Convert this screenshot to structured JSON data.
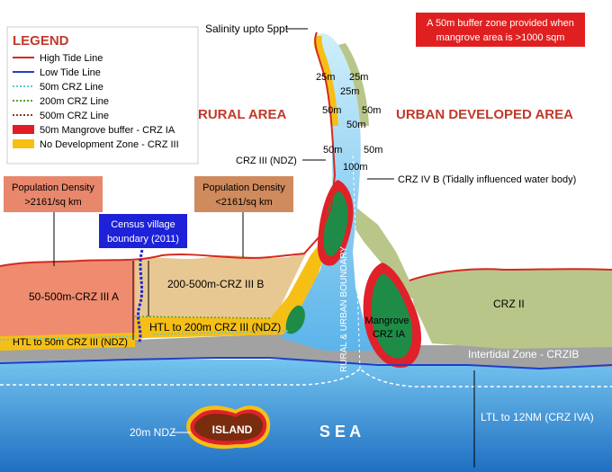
{
  "colors": {
    "sea_top": "#6fc0ee",
    "sea_bottom": "#1f73c4",
    "intertidal": "#9e9e9e",
    "crz3a": "#f08a6e",
    "crz3b": "#e9c890",
    "crz2": "#b7c587",
    "ndz": "#f6bf12",
    "mangrove": "#1e8b46",
    "buffer": "#e01d24",
    "high_tide": "#d42a20",
    "low_tide": "#1f3fc7",
    "crz50": "#5fc6d8",
    "crz200": "#5aa02c",
    "crz500": "#7a3f2b",
    "title": "#c0392b",
    "pop_box": "#e8876c",
    "pop_box2": "#cf8a5d",
    "census_box": "#1d22d8",
    "note_box": "#e02020",
    "island": "#7a2c0f"
  },
  "legend": {
    "title": "LEGEND",
    "items": [
      {
        "label": "High Tide Line",
        "kind": "line",
        "color": "#d42a20",
        "style": "solid"
      },
      {
        "label": "Low Tide Line",
        "kind": "line",
        "color": "#1f3fc7",
        "style": "solid"
      },
      {
        "label": "50m CRZ Line",
        "kind": "line",
        "color": "#5fc6d8",
        "style": "dotted"
      },
      {
        "label": "200m CRZ Line",
        "kind": "line",
        "color": "#5aa02c",
        "style": "dotted"
      },
      {
        "label": "500m CRZ Line",
        "kind": "line",
        "color": "#7a3f2b",
        "style": "dotted"
      },
      {
        "label": "50m Mangrove buffer - CRZ IA",
        "kind": "box",
        "color": "#e01d24"
      },
      {
        "label": "No Development Zone - CRZ III",
        "kind": "box",
        "color": "#f6bf12"
      }
    ]
  },
  "labels": {
    "salinity": "Salinity upto 5ppt",
    "note": [
      "A 50m buffer zone provided when",
      "mangrove area is >1000 sqm"
    ],
    "rural": "RURAL AREA",
    "urban": "URBAN DEVELOPED AREA",
    "m25a": "25m",
    "m25b": "25m",
    "m25c": "25m",
    "m50a": "50m",
    "m50b": "50m",
    "m50c": "50m",
    "m50d": "50m",
    "m50e": "50m",
    "m100": "100m",
    "crz3ndz": "CRZ III (NDZ)",
    "crz4b": "CRZ IV B (Tidally influenced water body)",
    "pop1": [
      ">2161/sq km",
      "Population Density"
    ],
    "pop2": [
      "Population Density",
      "<2161/sq km"
    ],
    "census": [
      "Census village",
      "boundary (2011)"
    ],
    "crz3a": "50-500m-CRZ III A",
    "crz3b": "200-500m-CRZ III B",
    "htl200": "HTL to 200m CRZ III (NDZ)",
    "htl50": "HTL to 50m CRZ III (NDZ)",
    "boundary": "RURAL & URBAN BOUNDARY",
    "mangrove": [
      "Mangrove",
      "CRZ IA"
    ],
    "crz2": "CRZ II",
    "intertidal": "Intertidal Zone - CRZIB",
    "ltl": "LTL to 12NM (CRZ IVA)",
    "island": "ISLAND",
    "ndz20": "20m NDZ",
    "sea": "S E A"
  }
}
